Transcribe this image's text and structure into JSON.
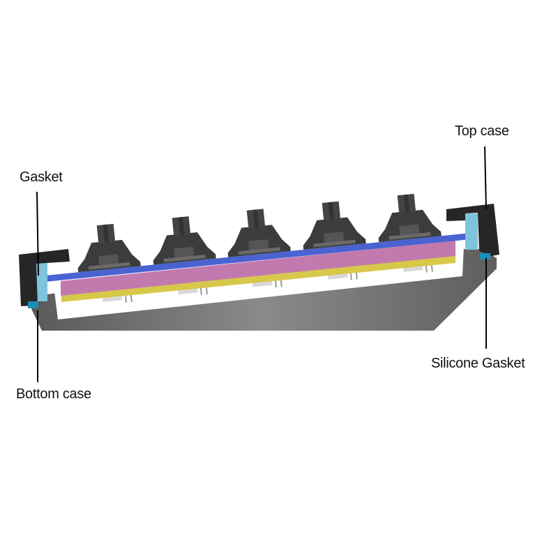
{
  "labels": {
    "gasket": "Gasket",
    "top_case": "Top case",
    "silicone_gasket": "Silicone Gasket",
    "bottom_case": "Bottom case"
  },
  "colors": {
    "case_black": "#262626",
    "bottom_case_grey": "#6e6e6e",
    "gasket_light_blue": "#7ec4dc",
    "silicone_gasket_teal": "#1a8fb8",
    "plate_blue": "#4a63d1",
    "foam_pink": "#c27aae",
    "pcb_yellow": "#d6c84a",
    "switch_dark": "#3c3c3c"
  }
}
